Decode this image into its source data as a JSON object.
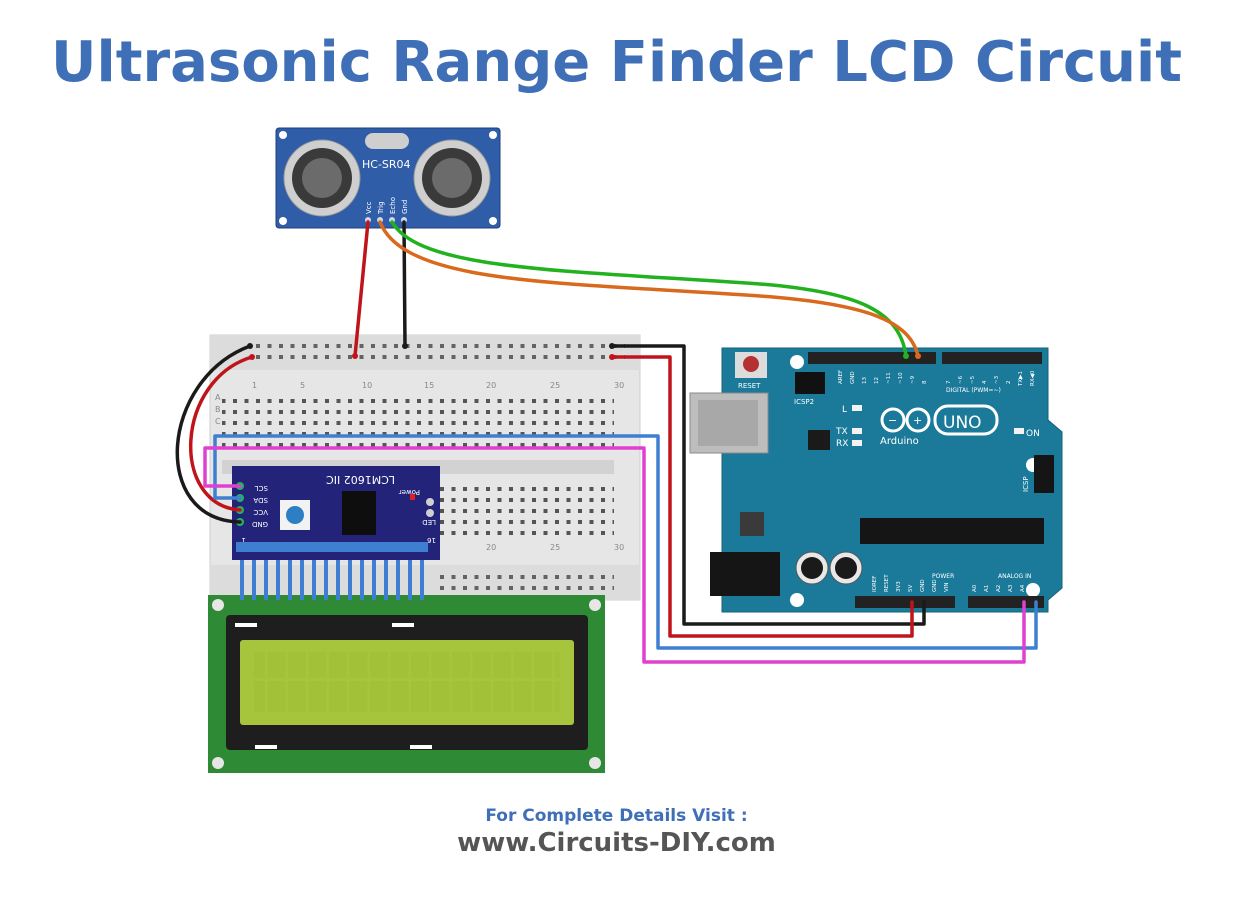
{
  "title": "Ultrasonic Range Finder LCD Circuit",
  "footer": {
    "visit_label": "For Complete Details Visit :",
    "website": "www.Circuits-DIY.com"
  },
  "sensor": {
    "model": "HC-SR04",
    "pins": [
      "Vcc",
      "Trig",
      "Echo",
      "Gnd"
    ]
  },
  "i2c_module": {
    "label": "LCM1602 IIC",
    "pins": [
      "SCL",
      "SDA",
      "VCC",
      "GND"
    ],
    "power_label": "Power",
    "led_label": "LED",
    "pin_first": "1",
    "pin_last": "16"
  },
  "breadboard": {
    "column_numbers": [
      "1",
      "5",
      "10",
      "15",
      "20",
      "25",
      "30"
    ],
    "row_letters": [
      "A",
      "B",
      "C"
    ]
  },
  "arduino": {
    "reset_label": "RESET",
    "icsp2_label": "ICSP2",
    "icsp_label": "ICSP",
    "brand": "Arduino",
    "model": "UNO",
    "on_label": "ON",
    "l_label": "L",
    "tx_label": "TX",
    "rx_label": "RX",
    "digital_label": "DIGITAL (PWM=~)",
    "power_label": "POWER",
    "analog_label": "ANALOG IN",
    "digital_pins": [
      "AREF",
      "GND",
      "13",
      "12",
      "~11",
      "~10",
      "~9",
      "8",
      "7",
      "~6",
      "~5",
      "4",
      "~3",
      "2",
      "TX▶1",
      "RX◀0"
    ],
    "power_pins": [
      "IOREF",
      "RESET",
      "3V3",
      "5V",
      "GND",
      "GND",
      "VIN"
    ],
    "analog_pins": [
      "A0",
      "A1",
      "A2",
      "A3",
      "A4",
      "A5"
    ]
  },
  "colors": {
    "title": "#3f6fb6",
    "wire_red": "#c0141b",
    "wire_black": "#1a1a1a",
    "wire_green": "#22b21f",
    "wire_orange": "#d9691c",
    "wire_blue": "#3f7fd1",
    "wire_pink": "#e040d0",
    "arduino_board": "#1b7a9a",
    "sensor_board": "#2f5da8",
    "i2c_board": "#23237a",
    "lcd_pcb": "#2f8a36",
    "lcd_screen": "#a6c43c"
  }
}
